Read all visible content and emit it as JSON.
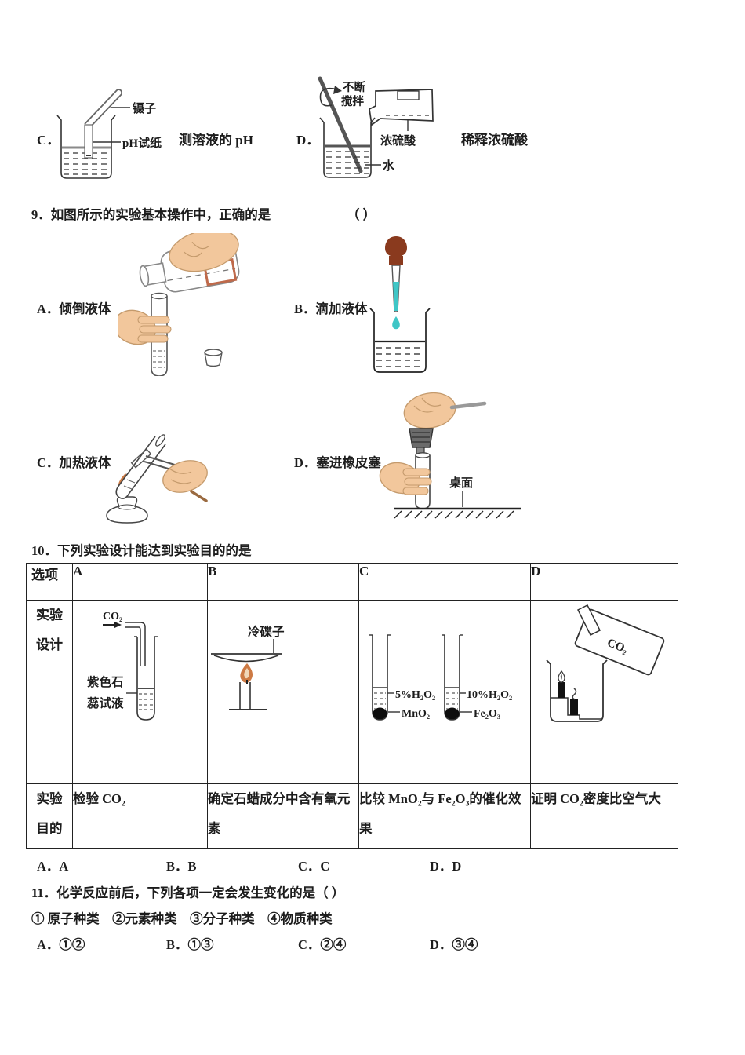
{
  "q8": {
    "option_c_label": "C．",
    "option_c_caption": "测溶液的 pH",
    "tweezers_label": "镊子",
    "ph_paper_label": "pH试纸",
    "option_d_label": "D．",
    "option_d_caption": "稀释浓硫酸",
    "stir_label_line1": "不断",
    "stir_label_line2": "搅拌",
    "acid_label": "浓硫酸",
    "water_label": "水"
  },
  "q9": {
    "question": "9．如图所示的实验基本操作中，正确的是",
    "paren": "（ ）",
    "option_a": "A．倾倒液体",
    "option_b": "B．滴加液体",
    "option_c": "C．加热液体",
    "option_d": "D．塞进橡皮塞",
    "desk_label": "桌面"
  },
  "q10": {
    "question": "10．下列实验设计能达到实验目的的是",
    "header": {
      "c0": "选项",
      "c1": "A",
      "c2": "B",
      "c3": "C",
      "c4": "D"
    },
    "design_label_l1": "实验",
    "design_label_l2": "设计",
    "purpose_label_l1": "实验",
    "purpose_label_l2": "目的",
    "diagram_a": {
      "gas": "CO₂",
      "litmus_l1": "紫色石",
      "litmus_l2": "蕊试液"
    },
    "diagram_b": {
      "dish": "冷碟子"
    },
    "diagram_c": {
      "left_solution": "5%H₂O₂",
      "left_catalyst": "MnO₂",
      "right_solution": "10%H₂O₂",
      "right_catalyst": "Fe₂O₃"
    },
    "diagram_d": {
      "gas": "CO₂"
    },
    "purpose_a": "检验 CO₂",
    "purpose_b": "确定石蜡成分中含有氧元素",
    "purpose_c": "比较 MnO₂与 Fe₂O₃的催化效果",
    "purpose_d": "证明 CO₂密度比空气大",
    "answer_a": "A．A",
    "answer_b": "B．B",
    "answer_c": "C．C",
    "answer_d": "D．D"
  },
  "q11": {
    "question": "11．化学反应前后，下列各项一定会发生变化的是（ ）",
    "items": "① 原子种类　②元素种类　③分子种类　④物质种类",
    "option_a": "A．①②",
    "option_b": "B．①③",
    "option_c": "C．②④",
    "option_d": "D．③④"
  },
  "colors": {
    "ink": "#1c1c1c",
    "line": "#333333",
    "hand": "#f2c79c",
    "bulb_brown": "#8a3a1e",
    "liquid_teal": "#3fc6c6",
    "flame_orange": "#cd7a44",
    "label_box_orange": "#bf6a4b"
  }
}
